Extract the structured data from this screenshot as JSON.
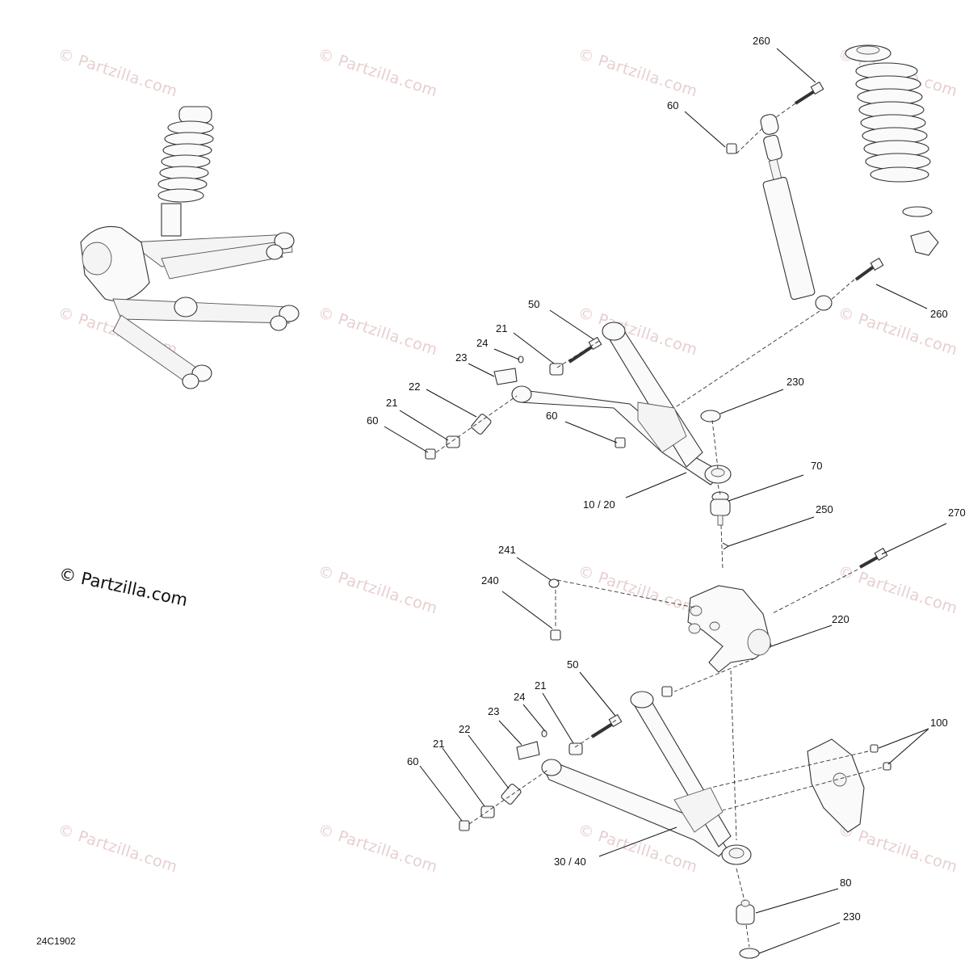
{
  "diagram": {
    "copyright": "© Partzilla.com",
    "diagram_code": "24C1902",
    "watermark_text": "© Partzilla.com",
    "callouts": {
      "c260_top": "260",
      "c60_shock": "60",
      "c260_bottom": "260",
      "c50_upper": "50",
      "c21_upper_a": "21",
      "c24_upper": "24",
      "c23_upper": "23",
      "c22_upper": "22",
      "c21_upper_b": "21",
      "c60_upper_a": "60",
      "c60_upper_b": "60",
      "c230_upper": "230",
      "c70": "70",
      "c10_20": "10 / 20",
      "c250": "250",
      "c270": "270",
      "c241": "241",
      "c240": "240",
      "c220": "220",
      "c50_lower": "50",
      "c21_lower_a": "21",
      "c24_lower": "24",
      "c23_lower": "23",
      "c22_lower": "22",
      "c21_lower_b": "21",
      "c60_lower": "60",
      "c100": "100",
      "c30_40": "30 / 40",
      "c80": "80",
      "c230_lower": "230"
    }
  }
}
